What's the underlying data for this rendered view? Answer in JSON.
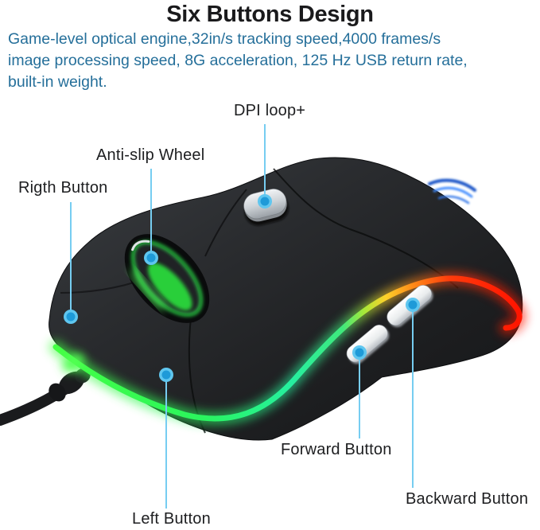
{
  "page": {
    "title": "Six Buttons Design"
  },
  "description": {
    "lines": [
      "Game-level optical engine,32in/s tracking speed,4000 frames/s",
      "image processing speed, 8G acceleration, 125 Hz USB return rate,",
      "built-in weight."
    ]
  },
  "callouts": {
    "dpi": {
      "label": "DPI loop+"
    },
    "wheel": {
      "label": "Anti-slip Wheel"
    },
    "right": {
      "label": "Rigth Button"
    },
    "left": {
      "label": "Left Button"
    },
    "forward": {
      "label": "Forward Button"
    },
    "backward": {
      "label": "Backward Button"
    }
  },
  "colors": {
    "title": "#1a1a1c",
    "desc": "#256f9a",
    "label": "#1d1e20",
    "line": "#76cdf1",
    "dot": "#1e9ad8",
    "dot_ring": "#5fc6ef",
    "led_green": "#2ee83c",
    "led_red": "#ff1e00",
    "logo_blue": "#2f79ef"
  }
}
